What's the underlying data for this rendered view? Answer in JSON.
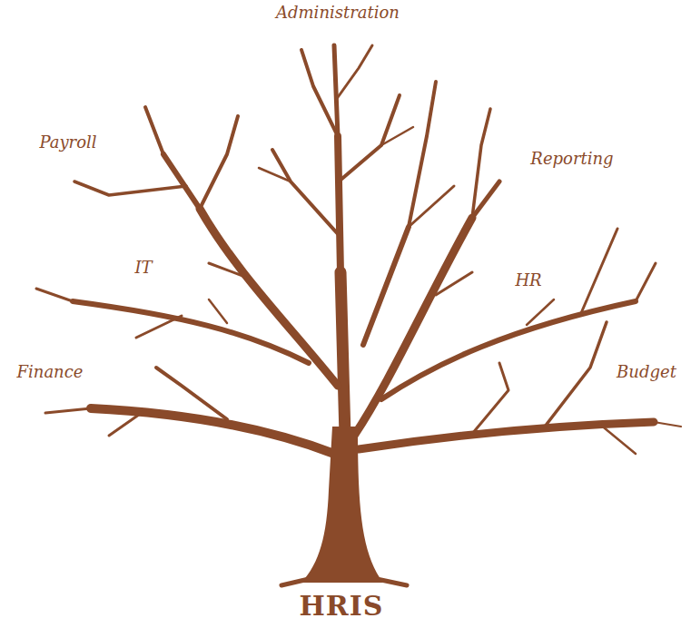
{
  "diagram": {
    "labels": [
      "Administration",
      "Payroll",
      "Reporting",
      "IT",
      "HR",
      "Finance",
      "Budget",
      "HRIS"
    ]
  }
}
